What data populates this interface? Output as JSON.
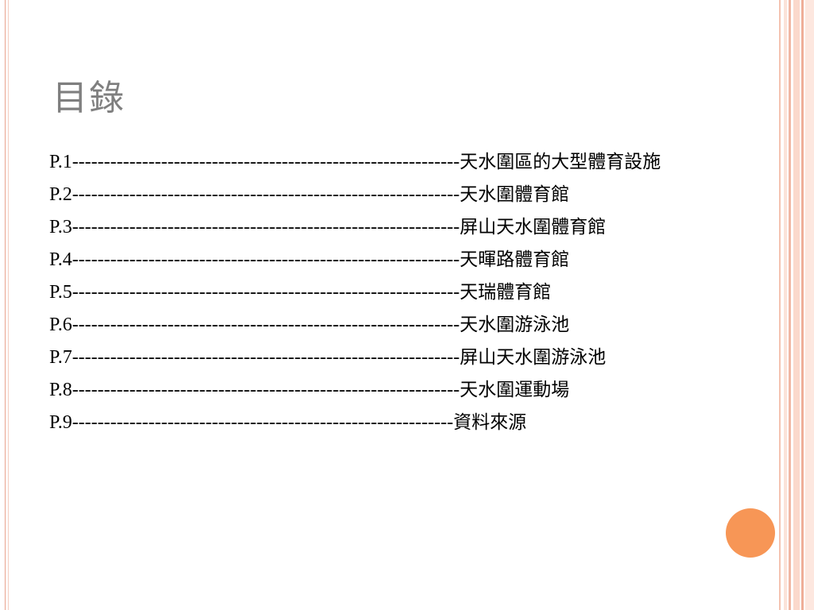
{
  "slide": {
    "title": "目錄",
    "entries": [
      {
        "page": "P.1",
        "leader": "-------------------------------------------------------------",
        "title": "天水圍區的大型體育設施"
      },
      {
        "page": "P.2",
        "leader": "-------------------------------------------------------------",
        "title": "天水圍體育館"
      },
      {
        "page": "P.3",
        "leader": "-------------------------------------------------------------",
        "title": "屏山天水圍體育館"
      },
      {
        "page": "P.4",
        "leader": "-------------------------------------------------------------",
        "title": "天暉路體育館"
      },
      {
        "page": "P.5",
        "leader": "-------------------------------------------------------------",
        "title": "天瑞體育館"
      },
      {
        "page": "P.6",
        "leader": "-------------------------------------------------------------",
        "title": "天水圍游泳池"
      },
      {
        "page": "P.7",
        "leader": "-------------------------------------------------------------",
        "title": "屏山天水圍游泳池"
      },
      {
        "page": "P.8",
        "leader": "-------------------------------------------------------------",
        "title": "天水圍運動場"
      },
      {
        "page": "P.9",
        "leader": "------------------------------------------------------------",
        "title": "資料來源"
      }
    ]
  },
  "colors": {
    "title": "#7f7f7f",
    "text": "#000000",
    "accent_dot": "#f79656",
    "frame": "#e9a48e",
    "frame_light": "#fbe3d9"
  }
}
